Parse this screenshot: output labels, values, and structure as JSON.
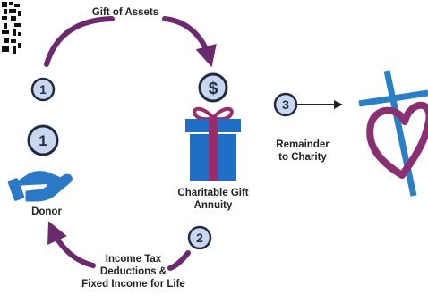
{
  "diagram": {
    "steps": [
      {
        "number": "1",
        "label": "Gift of Assets"
      },
      {
        "number": "2",
        "label_lines": [
          "Income Tax",
          "Deductions &",
          "Fixed Income for Life"
        ]
      },
      {
        "number": "3",
        "label_lines": [
          "Remainder",
          "to Charity"
        ]
      }
    ],
    "donor": {
      "number": "1",
      "label": "Donor"
    },
    "gift_annuity": {
      "symbol": "$",
      "label_lines": [
        "Charitable Gift",
        "Annuity"
      ]
    }
  },
  "colors": {
    "arrow": "#6b2a6e",
    "circle_fill": "#c9d6ee",
    "circle_stroke": "#1f2a44",
    "hand_blue": "#2a78c6",
    "gift_blue": "#1f6fc6",
    "ribbon": "#9b2c6a",
    "logo_blue": "#2a7fc5",
    "logo_purple": "#8a2f72"
  },
  "icons": [
    "qr-code-icon",
    "hand-icon",
    "dollar-coin-icon",
    "gift-box-icon",
    "charity-heart-cross-logo"
  ]
}
